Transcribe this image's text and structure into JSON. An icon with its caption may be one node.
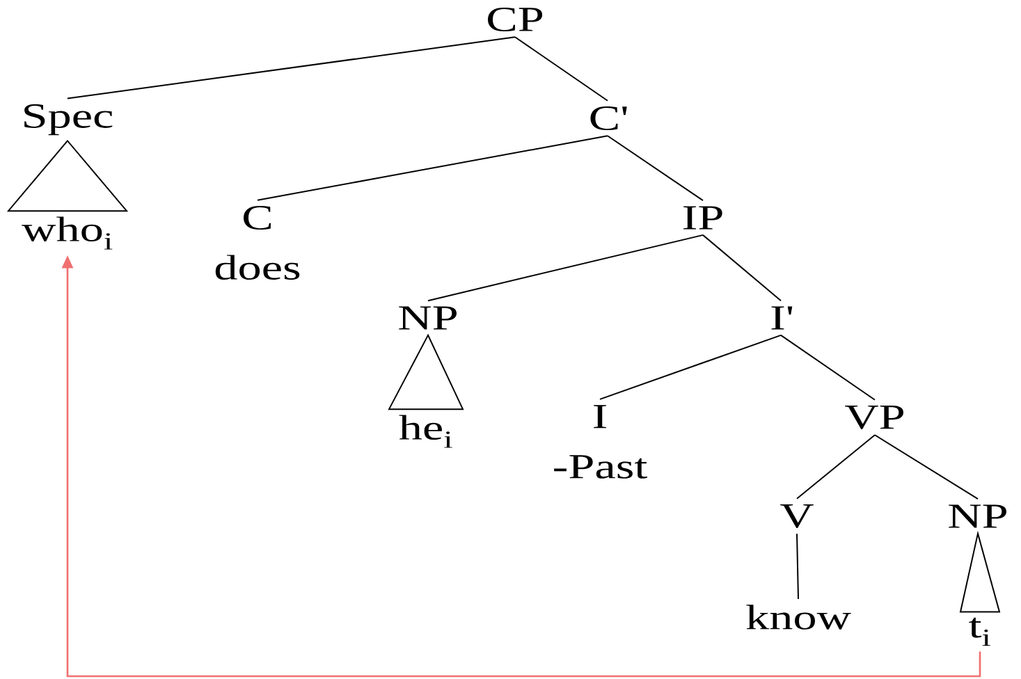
{
  "diagram": {
    "nodes": [
      {
        "text": [
          "CP"
        ]
      },
      {
        "text": [
          "Spec"
        ]
      },
      {
        "text": [
          "C'"
        ]
      },
      {
        "text": [
          "who$_{i}$"
        ]
      },
      {
        "text": [
          "C",
          "does"
        ]
      },
      {
        "text": [
          "IP"
        ]
      },
      {
        "text": [
          "NP"
        ]
      },
      {
        "text": [
          "I'"
        ]
      },
      {
        "text": [
          "he$_{i}$"
        ]
      },
      {
        "text": [
          "I",
          "-Past"
        ]
      },
      {
        "text": [
          "VP"
        ]
      },
      {
        "text": [
          "V"
        ]
      },
      {
        "text": [
          "NP"
        ]
      },
      {
        "text": [
          "know"
        ]
      },
      {
        "text": [
          "t$_{i}$"
        ]
      }
    ],
    "edges": [
      {
        "from": 0,
        "to": 1,
        "arrow": "none"
      },
      {
        "from": 0,
        "to": 2,
        "arrow": "none"
      },
      {
        "from": 1,
        "to": 3,
        "arrow": "none"
      },
      {
        "from": 2,
        "to": 4,
        "arrow": "none"
      },
      {
        "from": 2,
        "to": 5,
        "arrow": "none"
      },
      {
        "from": 5,
        "to": 6,
        "arrow": "none"
      },
      {
        "from": 5,
        "to": 7,
        "arrow": "none"
      },
      {
        "from": 6,
        "to": 8,
        "arrow": "none"
      },
      {
        "from": 7,
        "to": 9,
        "arrow": "none"
      },
      {
        "from": 7,
        "to": 10,
        "arrow": "none"
      },
      {
        "from": 10,
        "to": 11,
        "arrow": "none"
      },
      {
        "from": 10,
        "to": 12,
        "arrow": "none"
      },
      {
        "from": 11,
        "to": 13,
        "arrow": "none"
      },
      {
        "from": 12,
        "to": 14,
        "arrow": "none"
      },
      {
        "from": 14,
        "to": 3,
        "arrow": "to",
        "color": "#f07070"
      }
    ]
  }
}
